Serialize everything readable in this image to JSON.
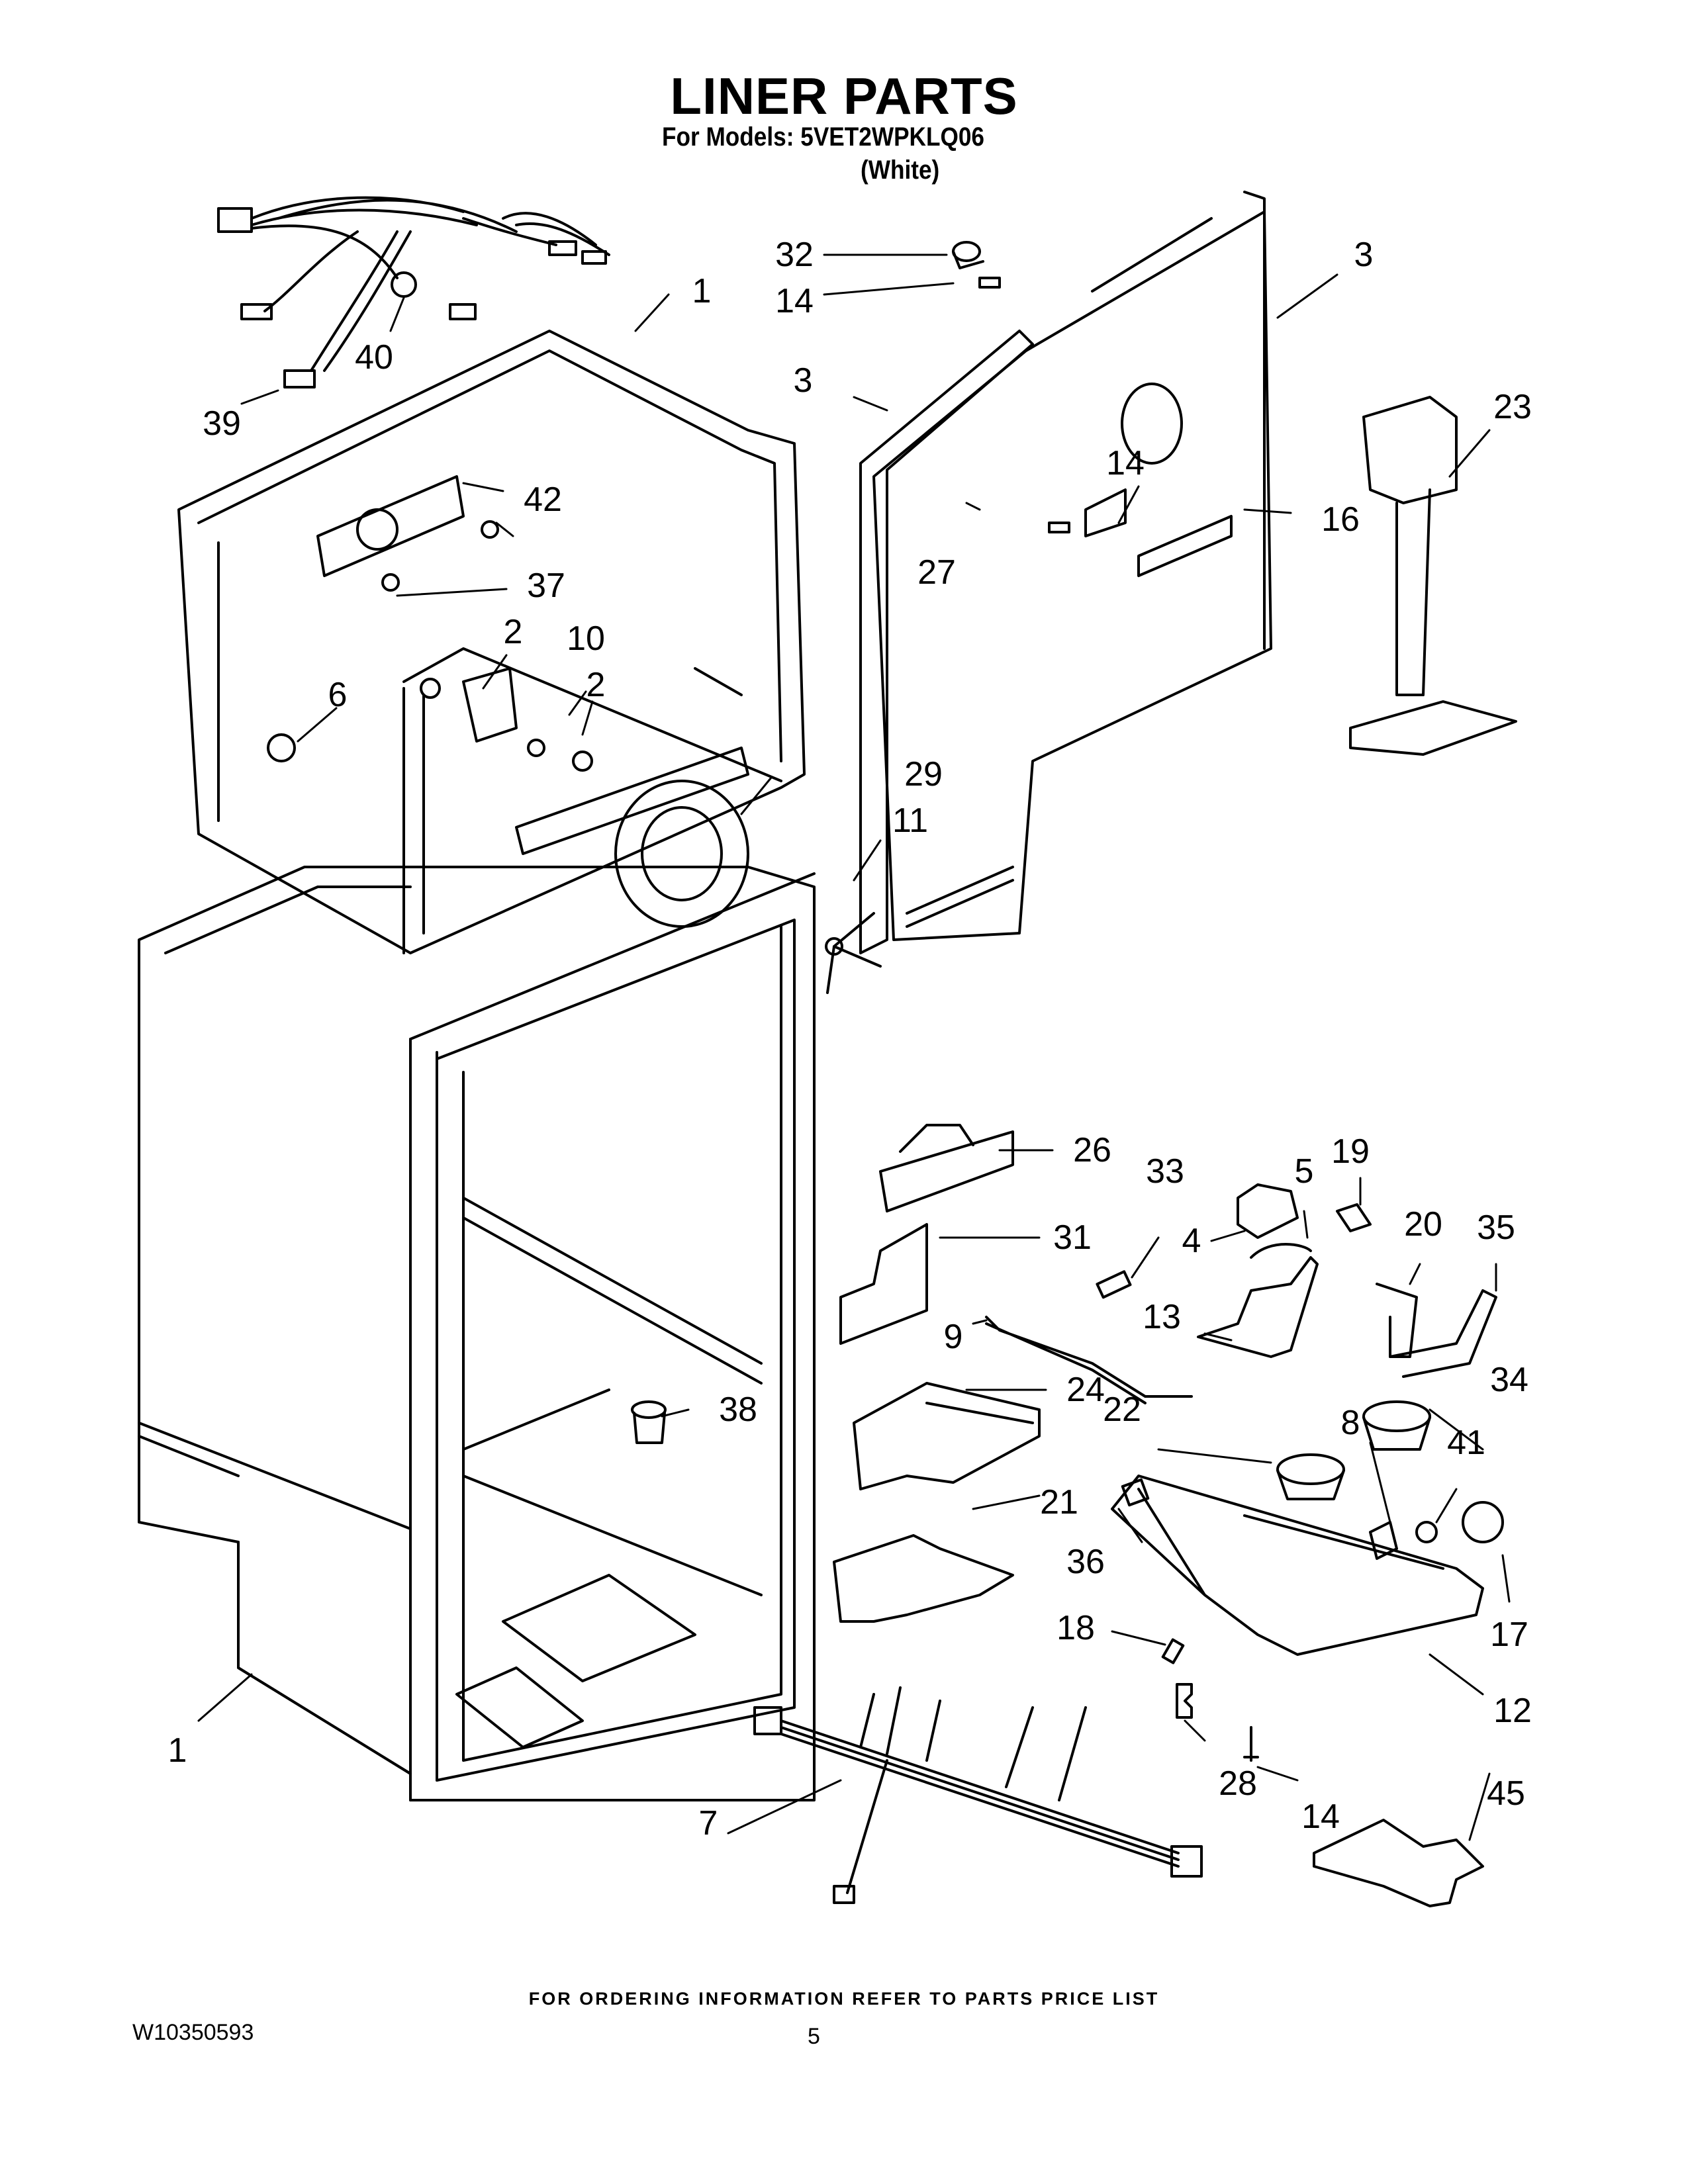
{
  "header": {
    "title": "LINER PARTS",
    "models_line": "For Models: 5VET2WPKLQ06",
    "color": "(White)"
  },
  "callouts": [
    {
      "id": "1a",
      "text": "1"
    },
    {
      "id": "1b",
      "text": "1"
    },
    {
      "id": "2a",
      "text": "2"
    },
    {
      "id": "2b",
      "text": "2"
    },
    {
      "id": "3a",
      "text": "3"
    },
    {
      "id": "3b",
      "text": "3"
    },
    {
      "id": "4",
      "text": "4"
    },
    {
      "id": "5",
      "text": "5"
    },
    {
      "id": "6",
      "text": "6"
    },
    {
      "id": "7",
      "text": "7"
    },
    {
      "id": "8",
      "text": "8"
    },
    {
      "id": "9",
      "text": "9"
    },
    {
      "id": "10",
      "text": "10"
    },
    {
      "id": "11",
      "text": "11"
    },
    {
      "id": "12",
      "text": "12"
    },
    {
      "id": "13",
      "text": "13"
    },
    {
      "id": "14a",
      "text": "14"
    },
    {
      "id": "14b",
      "text": "14"
    },
    {
      "id": "14c",
      "text": "14"
    },
    {
      "id": "16",
      "text": "16"
    },
    {
      "id": "17",
      "text": "17"
    },
    {
      "id": "18",
      "text": "18"
    },
    {
      "id": "19",
      "text": "19"
    },
    {
      "id": "20",
      "text": "20"
    },
    {
      "id": "21",
      "text": "21"
    },
    {
      "id": "22",
      "text": "22"
    },
    {
      "id": "23",
      "text": "23"
    },
    {
      "id": "24",
      "text": "24"
    },
    {
      "id": "26",
      "text": "26"
    },
    {
      "id": "27",
      "text": "27"
    },
    {
      "id": "28",
      "text": "28"
    },
    {
      "id": "29",
      "text": "29"
    },
    {
      "id": "31",
      "text": "31"
    },
    {
      "id": "32",
      "text": "32"
    },
    {
      "id": "33",
      "text": "33"
    },
    {
      "id": "34",
      "text": "34"
    },
    {
      "id": "35",
      "text": "35"
    },
    {
      "id": "36",
      "text": "36"
    },
    {
      "id": "37",
      "text": "37"
    },
    {
      "id": "38",
      "text": "38"
    },
    {
      "id": "39",
      "text": "39"
    },
    {
      "id": "40",
      "text": "40"
    },
    {
      "id": "41",
      "text": "41"
    },
    {
      "id": "42",
      "text": "42"
    },
    {
      "id": "45",
      "text": "45"
    }
  ],
  "footer": {
    "ordering_note": "FOR ORDERING INFORMATION REFER TO PARTS PRICE LIST",
    "document_number": "W10350593",
    "page_number": "5"
  }
}
